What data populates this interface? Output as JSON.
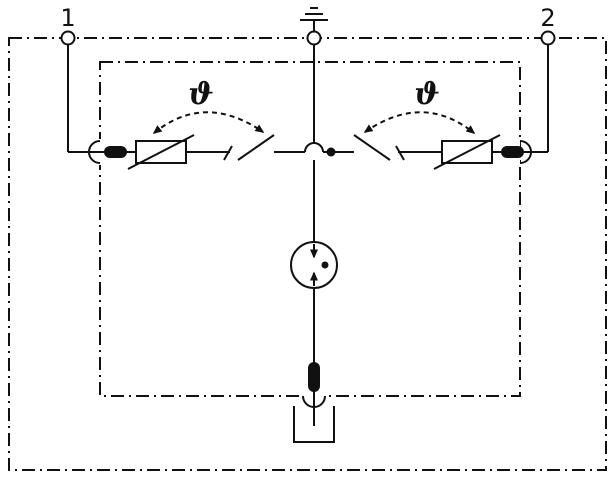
{
  "diagram": {
    "type": "surge-protective-device-circuit-diagram",
    "terminals": {
      "left_label": "1",
      "right_label": "2"
    },
    "thermal_symbol_left": "ϑ",
    "thermal_symbol_right": "ϑ",
    "components": [
      "earth-ground-terminal",
      "terminal-1",
      "terminal-2",
      "varistor-left",
      "varistor-right",
      "thermal-disconnect-left",
      "thermal-disconnect-right",
      "gas-discharge-tube",
      "pe-connection-bottom"
    ],
    "colors": {
      "line": "#111111",
      "background": "#ffffff"
    }
  }
}
